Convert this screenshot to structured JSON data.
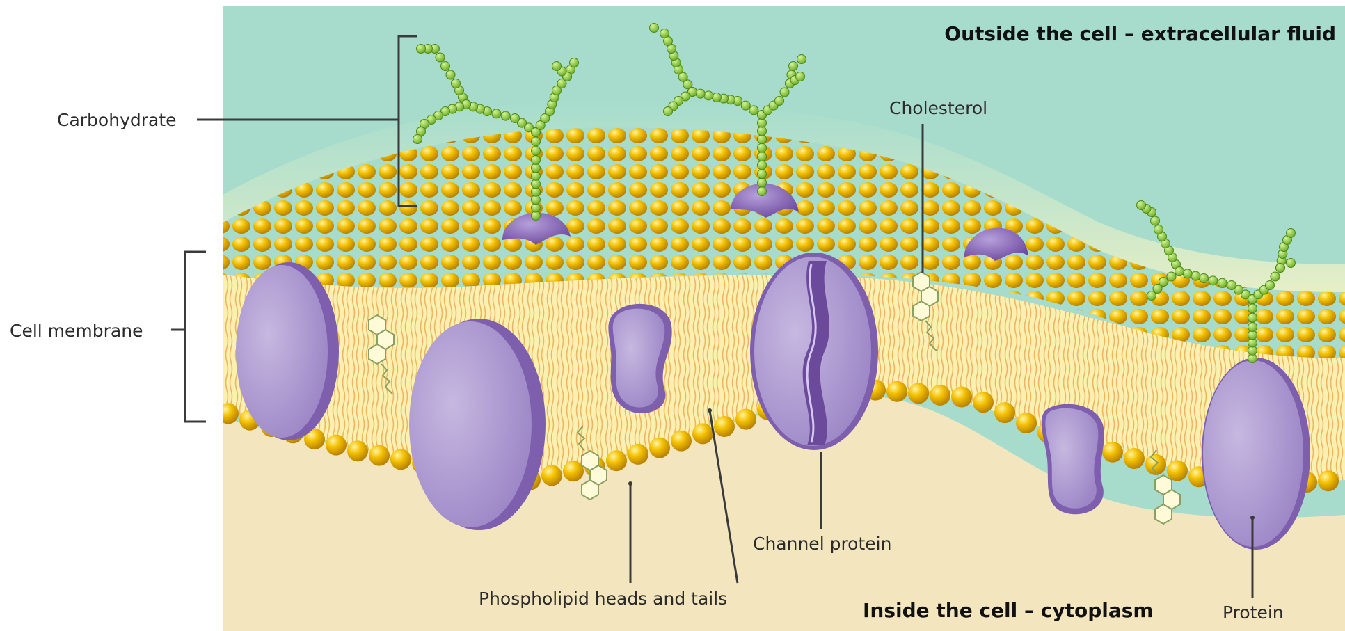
{
  "labels": {
    "outside": "Outside the cell – extracellular fluid",
    "inside": "Inside the cell – cytoplasm",
    "carbohydrate": "Carbohydrate",
    "cell_membrane": "Cell membrane",
    "cholesterol": "Cholesterol",
    "channel_protein": "Channel protein",
    "phospholipid": "Phospholipid heads and tails",
    "protein": "Protein"
  },
  "colors": {
    "extracellular": "#a7dccd",
    "cytoplasm": "#f3e6bf",
    "lipid_head": "#f0b400",
    "lipid_interior": "#fbf0b0",
    "lipid_tail": "#e7a24a",
    "protein": "#b2a0d0",
    "protein_edge": "#7e5fae",
    "glycan": "#8dcc3c",
    "glycan_edge": "#4c8a1c"
  }
}
